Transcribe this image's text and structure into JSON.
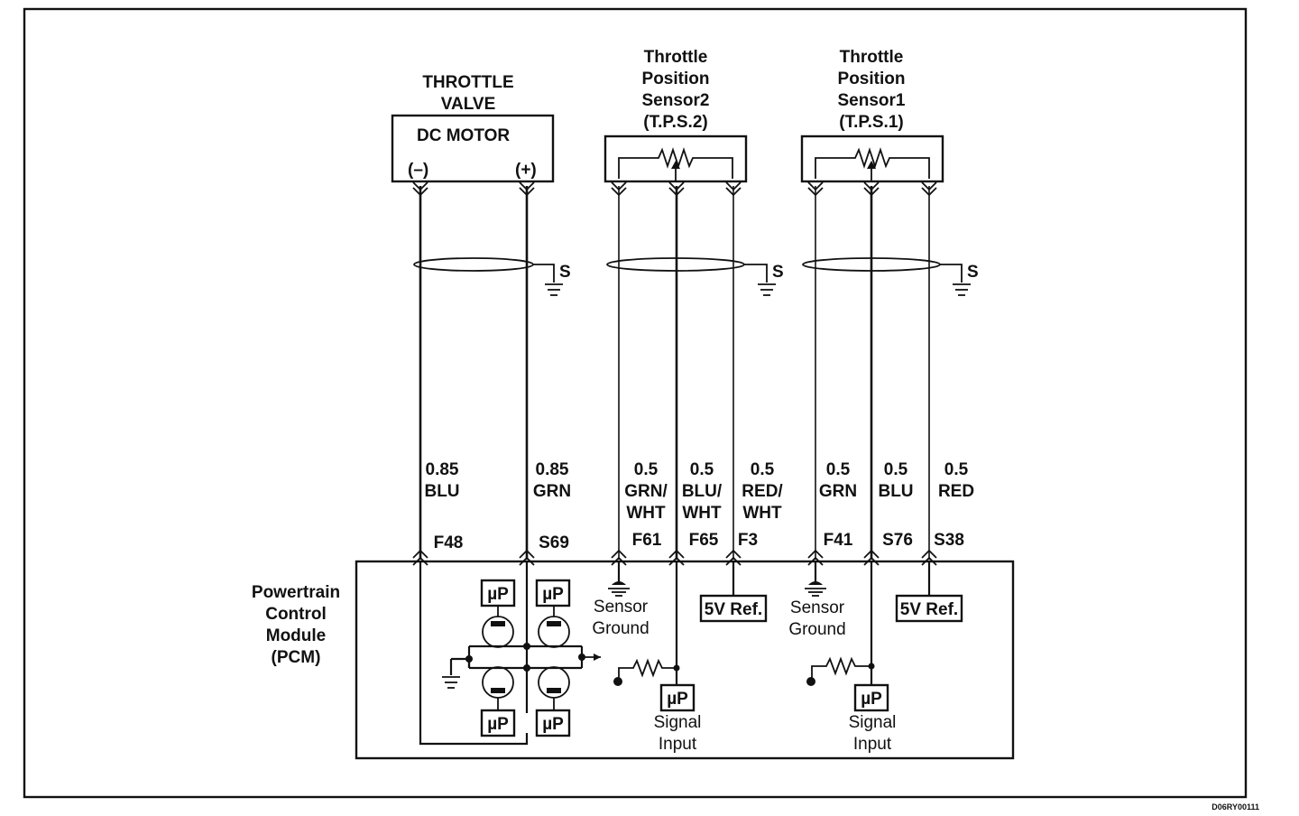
{
  "diagram_code": "D06RY00111",
  "components": {
    "throttle_valve": {
      "title": [
        "THROTTLE",
        "VALVE"
      ],
      "motor_label": "DC MOTOR",
      "neg_label": "(–)",
      "pos_label": "(+)"
    },
    "tps2": {
      "title": [
        "Throttle",
        "Position",
        "Sensor2",
        "(T.P.S.2)"
      ]
    },
    "tps1": {
      "title": [
        "Throttle",
        "Position",
        "Sensor1",
        "(T.P.S.1)"
      ]
    },
    "shield_label": "S",
    "pcm": {
      "title": [
        "Powertrain",
        "Control",
        "Module",
        "(PCM)"
      ],
      "up_label": "µP",
      "sensor_ground": [
        "Sensor",
        "Ground"
      ],
      "ref_5v": "5V Ref.",
      "signal_input": [
        "Signal",
        "Input"
      ]
    }
  },
  "wires": [
    {
      "gauge": "0.85",
      "color": [
        "BLU"
      ],
      "pin": "F48"
    },
    {
      "gauge": "0.85",
      "color": [
        "GRN"
      ],
      "pin": "S69"
    },
    {
      "gauge": "0.5",
      "color": [
        "GRN/",
        "WHT"
      ],
      "pin": "F61"
    },
    {
      "gauge": "0.5",
      "color": [
        "BLU/",
        "WHT"
      ],
      "pin": "F65"
    },
    {
      "gauge": "0.5",
      "color": [
        "RED/",
        "WHT"
      ],
      "pin": "F3"
    },
    {
      "gauge": "0.5",
      "color": [
        "GRN"
      ],
      "pin": "F41"
    },
    {
      "gauge": "0.5",
      "color": [
        "BLU"
      ],
      "pin": "S76"
    },
    {
      "gauge": "0.5",
      "color": [
        "RED"
      ],
      "pin": "S38"
    }
  ]
}
